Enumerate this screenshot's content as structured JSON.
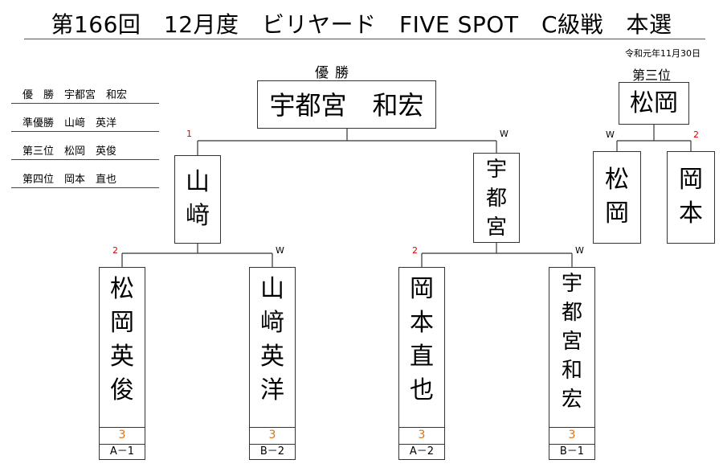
{
  "title": "第166回　12月度　ビリヤード　FIVE SPOT　C級戦　本選",
  "date": "令和元年11月30日",
  "summary": [
    {
      "rank": "優　勝",
      "name": "宇都宮　和宏"
    },
    {
      "rank": "準優勝",
      "name": "山﨑　英洋"
    },
    {
      "rank": "第三位",
      "name": "松岡　英俊"
    },
    {
      "rank": "第四位",
      "name": "岡本　直也"
    }
  ],
  "champion": {
    "caption": "優勝",
    "name": "宇都宮　和宏"
  },
  "third_place": {
    "caption": "第三位",
    "winner": "松岡",
    "players": [
      {
        "name": [
          "松",
          "岡"
        ],
        "mark": "W"
      },
      {
        "name": [
          "岡",
          "本"
        ],
        "mark": "2"
      }
    ]
  },
  "final": {
    "left": {
      "name": [
        "山",
        "﨑"
      ],
      "mark": "1"
    },
    "right": {
      "name": [
        "宇",
        "都",
        "宮"
      ],
      "mark": "W"
    }
  },
  "first_round": [
    {
      "name": [
        "松",
        "岡",
        "",
        "英",
        "俊"
      ],
      "mark": "2",
      "score": "3",
      "label": "A－1"
    },
    {
      "name": [
        "山",
        "﨑",
        "",
        "英",
        "洋"
      ],
      "mark": "W",
      "score": "3",
      "label": "B－2"
    },
    {
      "name": [
        "岡",
        "本",
        "",
        "直",
        "也"
      ],
      "mark": "2",
      "score": "3",
      "label": "A－2"
    },
    {
      "name": [
        "宇",
        "都",
        "宮",
        "",
        "和",
        "宏"
      ],
      "mark": "W",
      "score": "3",
      "label": "B－1"
    }
  ]
}
